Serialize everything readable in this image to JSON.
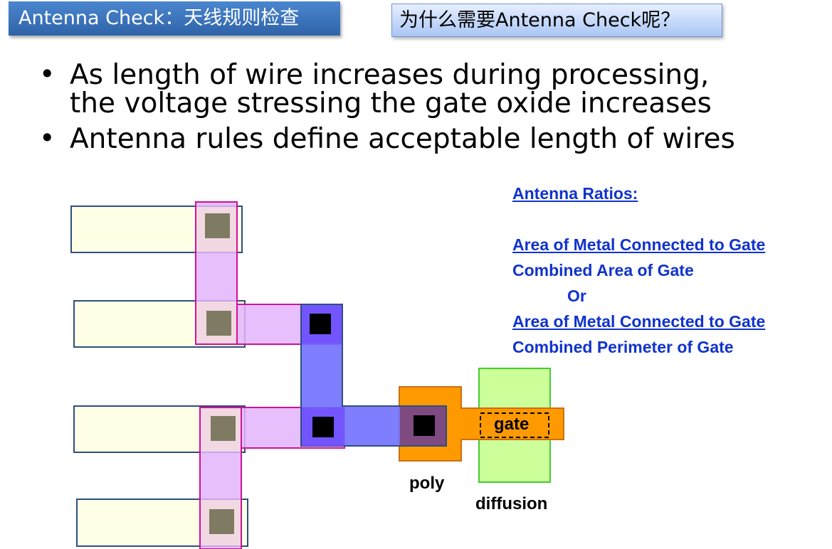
{
  "header": {
    "title": "Antenna Check：天线规则检查",
    "question": "为什么需要Antenna Check呢？"
  },
  "bullets": [
    {
      "lines": [
        "As length of wire increases during processing,",
        "the voltage stressing the gate oxide increases"
      ]
    },
    {
      "lines": [
        "Antenna rules define acceptable length of wires"
      ]
    }
  ],
  "ratios": {
    "heading": "Antenna Ratios:",
    "line1": "Area of Metal Connected to Gate",
    "line2": "Combined Area of Gate",
    "or": "Or",
    "line3": "Area of Metal Connected to Gate",
    "line4": "Combined Perimeter of Gate"
  },
  "diagram": {
    "gate_label": "gate",
    "poly_label": "poly",
    "diffusion_label": "diffusion",
    "colors": {
      "metal1": "#e3b4fb",
      "metal2": "#8080ff",
      "poly": "#ff9900",
      "diffusion": "#ccff99",
      "pad": "#ffffe6"
    }
  }
}
